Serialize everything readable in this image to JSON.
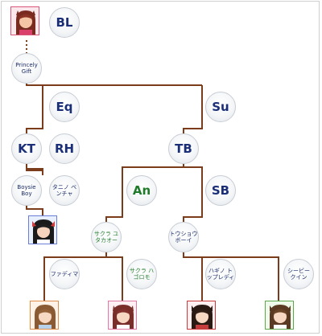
{
  "nodes": {
    "bl": "BL",
    "princely_gift": "Princely Gift",
    "eq": "Eq",
    "su": "Su",
    "kt": "KT",
    "rh": "RH",
    "tb": "TB",
    "boysie_boy": "Boysie Boy",
    "tanino_benjya": "タニノ ベンチャ",
    "an": "An",
    "sb": "SB",
    "sakura_yutaka_o": "サクラ ユタカオー",
    "tosho_boy": "トウショウ ボーイ",
    "fantima": "ファディマ",
    "sakura_hagoromo": "サクラ ハゴロモ",
    "hagino_topleddy": "ハギノ トップレディ",
    "seeby_quin": "シービー クイン"
  },
  "colors": {
    "line": "#7b3c1c",
    "navy_text": "#1b2f78",
    "green_text": "#1f7a2a"
  }
}
